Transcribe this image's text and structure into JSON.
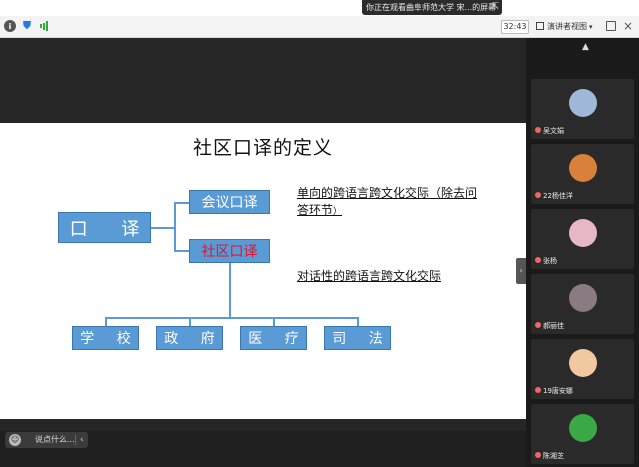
{
  "top": {
    "share_banner": "你正在观看曲阜师范大学 宋...的屏幕",
    "timer": "32:43",
    "presenter_view": "演讲者视图"
  },
  "slide": {
    "title": "社区口译的定义",
    "main_box": "口 译",
    "meeting_box": "会议口译",
    "community_box": "社区口译",
    "meeting_desc_main": "单向的跨语言跨文化交际（除去问答环节",
    "meeting_desc_tail": "）",
    "community_desc": "对话性的跨语言跨文化交际",
    "sub_boxes": [
      "学 校",
      "政 府",
      "医 疗",
      "司 法"
    ]
  },
  "comment": {
    "placeholder": "说点什么..."
  },
  "participants": [
    {
      "name": "吴文娟",
      "color": "#9fb8d8"
    },
    {
      "name": "22杨佳洋",
      "color": "#d9803a"
    },
    {
      "name": "张杨",
      "color": "#e8b7c4"
    },
    {
      "name": "郝丽佳",
      "color": "#8a7b82"
    },
    {
      "name": "19唐安娜",
      "color": "#f1c8a0"
    },
    {
      "name": "陈湘芝",
      "color": "#39a845"
    }
  ],
  "colors": {
    "box_fill": "#5b9bd5",
    "community_text": "#e0142c"
  }
}
